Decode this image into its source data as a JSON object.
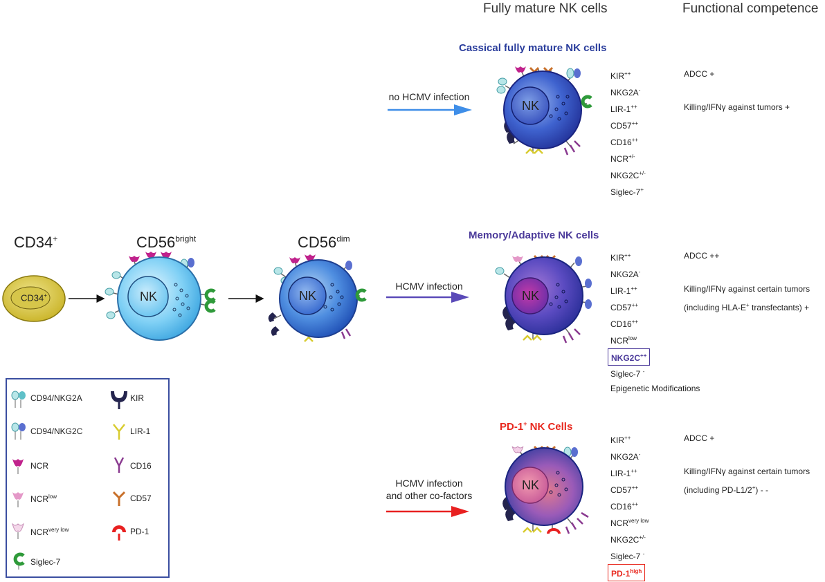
{
  "headers": {
    "mature": "Fully mature NK cells",
    "functional": "Functional competence"
  },
  "stages": {
    "cd34": {
      "base": "CD34",
      "sup": "+"
    },
    "bright": {
      "base": "CD56",
      "sup": "bright"
    },
    "dim": {
      "base": "CD56",
      "sup": "dim"
    },
    "cd34_cell": {
      "base": "CD34",
      "sup": "+"
    }
  },
  "nk_label": "NK",
  "arrows": {
    "no_hcmv": "no HCMV infection",
    "hcmv": "HCMV infection",
    "cofactors_line1": "HCMV infection",
    "cofactors_line2": "and other co-factors"
  },
  "titles": {
    "classical": "Cassical fully mature NK cells",
    "memory": "Memory/Adaptive NK cells",
    "pd1": {
      "base": "PD-1",
      "sup": "+",
      "rest": " NK Cells"
    }
  },
  "colors": {
    "classical_title": "#2a3d9c",
    "memory_title": "#4b3a9a",
    "pd1_title": "#e8281e",
    "legend_border": "#3a4ea0"
  },
  "classical_markers": [
    {
      "base": "KIR",
      "sup": "++"
    },
    {
      "base": "NKG2A",
      "sup": "-"
    },
    {
      "base": "LIR-1",
      "sup": "++"
    },
    {
      "base": "CD57",
      "sup": "++"
    },
    {
      "base": "CD16",
      "sup": "++"
    },
    {
      "base": "NCR",
      "sup": "+/-"
    },
    {
      "base": "NKG2C",
      "sup": "+/-"
    },
    {
      "base": "Siglec-7",
      "sup": "+"
    }
  ],
  "memory_markers": [
    {
      "base": "KIR",
      "sup": "++"
    },
    {
      "base": "NKG2A",
      "sup": "-"
    },
    {
      "base": "LIR-1",
      "sup": "++"
    },
    {
      "base": "CD57",
      "sup": "++"
    },
    {
      "base": "CD16",
      "sup": "++"
    },
    {
      "base": "NCR",
      "sup": "low"
    },
    {
      "base": "NKG2C",
      "sup": "++"
    },
    {
      "base": "Siglec-7 ",
      "sup": "-"
    },
    {
      "base": "Epigenetic Modifications",
      "sup": ""
    }
  ],
  "pd1_markers": [
    {
      "base": "KIR",
      "sup": "++"
    },
    {
      "base": "NKG2A",
      "sup": "-"
    },
    {
      "base": "LIR-1",
      "sup": "++"
    },
    {
      "base": "CD57",
      "sup": "++"
    },
    {
      "base": "CD16",
      "sup": "++"
    },
    {
      "base": "NCR",
      "sup": "very low"
    },
    {
      "base": "NKG2C",
      "sup": "+/-"
    },
    {
      "base": "Siglec-7 ",
      "sup": "-"
    },
    {
      "base": "PD-1",
      "sup": "high"
    }
  ],
  "functions": {
    "classical": {
      "adcc": "ADCC +",
      "killing": "Killing/IFNγ against tumors +"
    },
    "memory": {
      "adcc": "ADCC ++",
      "killing": "Killing/IFNγ against certain tumors",
      "including_pre": "(including HLA-E",
      "including_sup": "+",
      "including_post": " transfectants) +"
    },
    "pd1": {
      "adcc": "ADCC +",
      "killing": "Killing/IFNγ against certain tumors",
      "including_pre": "(including PD-L1/2",
      "including_sup": "+",
      "including_post": ") - -"
    }
  },
  "legend": [
    {
      "base": "CD94/NKG2A",
      "sup": "",
      "icon": "cd94-nkg2a-icon"
    },
    {
      "base": "KIR",
      "sup": "",
      "icon": "kir-icon"
    },
    {
      "base": "CD94/NKG2C",
      "sup": "",
      "icon": "cd94-nkg2c-icon"
    },
    {
      "base": "LIR-1",
      "sup": "",
      "icon": "lir1-icon"
    },
    {
      "base": "NCR",
      "sup": "",
      "icon": "ncr-icon"
    },
    {
      "base": "CD16",
      "sup": "",
      "icon": "cd16-icon"
    },
    {
      "base": "NCR",
      "sup": "low",
      "icon": "ncr-low-icon"
    },
    {
      "base": "CD57",
      "sup": "",
      "icon": "cd57-icon"
    },
    {
      "base": "NCR",
      "sup": "very low",
      "icon": "ncr-very-low-icon"
    },
    {
      "base": "PD-1",
      "sup": "",
      "icon": "pd1-icon"
    },
    {
      "base": "Siglec-7",
      "sup": "",
      "icon": "siglec7-icon"
    }
  ]
}
